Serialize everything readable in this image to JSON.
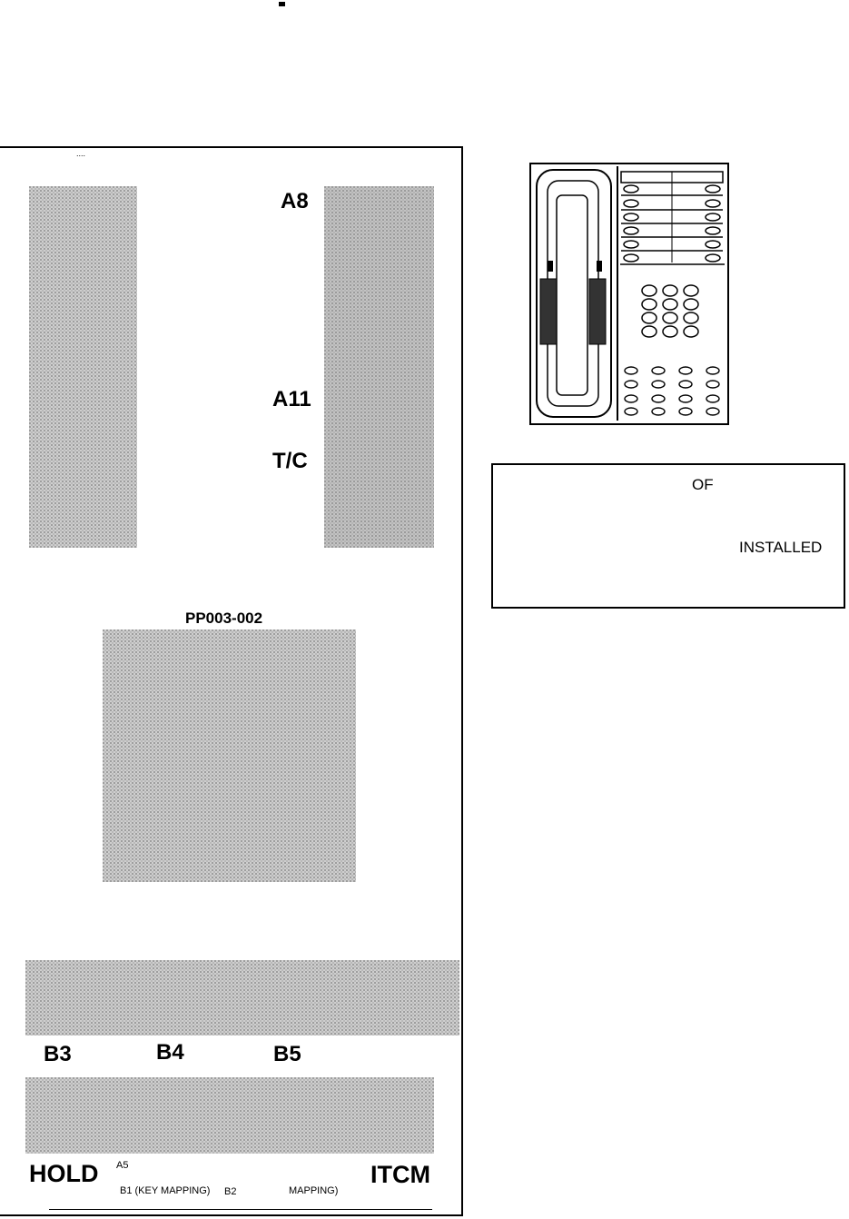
{
  "panel": {
    "top_mark": "....",
    "labels": {
      "a8": "A8",
      "a11": "A11",
      "tc": "T/C",
      "pp_code": "PP003-002",
      "b3": "B3",
      "b4": "B4",
      "b5": "B5",
      "hold": "HOLD",
      "a5": "A5",
      "b1": "B1 (KEY MAPPING)",
      "b2": "B2",
      "mapping": "MAPPING)",
      "itcm": "ITCM"
    }
  },
  "note": {
    "of": "OF",
    "installed": "INSTALLED"
  },
  "colors": {
    "ink": "#000000",
    "shade": "#cfcfcf"
  }
}
